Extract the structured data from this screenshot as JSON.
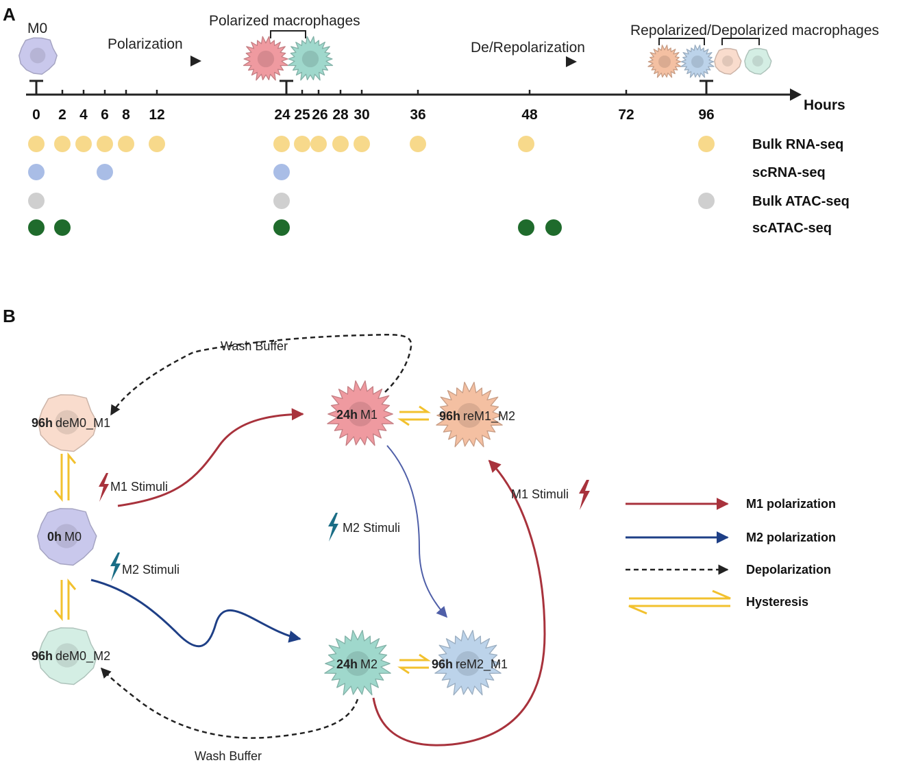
{
  "panel_a": {
    "label": "A",
    "top_labels": {
      "m0": "M0",
      "polarization": "Polarization",
      "polarized": "Polarized macrophages",
      "de_repolarization": "De/Repolarization",
      "repolarized": "Repolarized/Depolarized macrophages"
    },
    "axis_label": "Hours",
    "ticks": [
      "0",
      "2",
      "4",
      "6",
      "8",
      "12",
      "24",
      "25",
      "26",
      "28",
      "30",
      "36",
      "48",
      "72",
      "96"
    ],
    "assays": [
      {
        "name": "Bulk RNA-seq",
        "color": "#f7d98b",
        "hours": [
          "0",
          "2",
          "4",
          "6",
          "8",
          "12",
          "24",
          "25",
          "26",
          "28",
          "30",
          "36",
          "48",
          "96"
        ]
      },
      {
        "name": "scRNA-seq",
        "color": "#a9bde6",
        "hours": [
          "0",
          "6",
          "24"
        ]
      },
      {
        "name": "Bulk ATAC-seq",
        "color": "#cfcfcf",
        "hours": [
          "0",
          "24",
          "96"
        ]
      },
      {
        "name": "scATAC-seq",
        "color": "#1f6b2c",
        "hours": [
          "0",
          "2",
          "24",
          "48",
          "50"
        ]
      }
    ]
  },
  "panel_b": {
    "label": "B",
    "cells": {
      "m0": {
        "bold": "0h",
        "name": "M0"
      },
      "dem0_m1": {
        "bold": "96h",
        "name": "deM0_M1"
      },
      "dem0_m2": {
        "bold": "96h",
        "name": "deM0_M2"
      },
      "m1": {
        "bold": "24h",
        "name": "M1"
      },
      "m2": {
        "bold": "24h",
        "name": "M2"
      },
      "rem1_m2": {
        "bold": "96h",
        "name": "reM1_M2"
      },
      "rem2_m1": {
        "bold": "96h",
        "name": "reM2_M1"
      }
    },
    "stimuli": {
      "m1_left": "M1 Stimuli",
      "m2_left": "M2 Stimuli",
      "m2_mid": "M2 Stimuli",
      "m1_right": "M1 Stimuli"
    },
    "wash_top": "Wash Buffer",
    "wash_bottom": "Wash Buffer",
    "legend": [
      {
        "label": "M1 polarization",
        "color": "#a8323c"
      },
      {
        "label": "M2 polarization",
        "color": "#1e3f86"
      },
      {
        "label": "Depolarization",
        "color": "#222222"
      },
      {
        "label": "Hysteresis",
        "color": "#f2c12e"
      }
    ]
  },
  "colors": {
    "m0": "#c9c8ec",
    "m1": "#ef9aa0",
    "m2": "#9fd8cc",
    "re_m1_m2": "#f4c0a2",
    "re_m2_m1": "#bcd3ea",
    "de_m1": "#f9dccd",
    "de_m2": "#d4eee4",
    "m1_arrow": "#a8323c",
    "m2_arrow": "#1e3f86",
    "m2_thin_arrow": "#4f5fa8",
    "hysteresis": "#f2c12e",
    "bolt_red": "#a8323c",
    "bolt_teal": "#1a6d86"
  }
}
